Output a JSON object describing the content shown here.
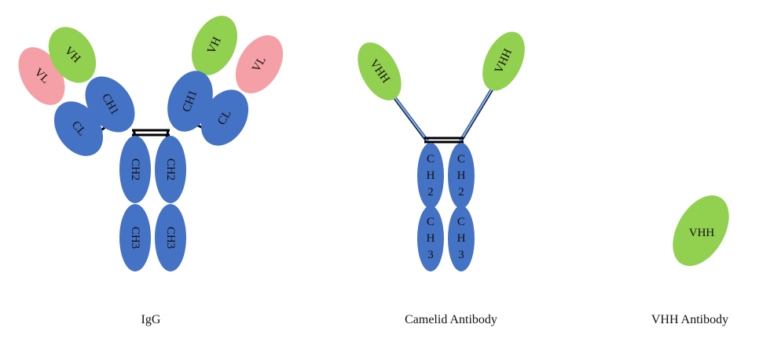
{
  "colors": {
    "heavy_constant": "#4472c4",
    "variable_heavy": "#92d050",
    "light_variable": "#f4a0a6",
    "linker": "#000000"
  },
  "igg": {
    "caption": "IgG",
    "vh": "VH",
    "vl": "VL",
    "ch1": "CH1",
    "cl": "CL",
    "ch2": "CH2",
    "ch3": "CH3"
  },
  "camelid": {
    "caption": "Camelid Antibody",
    "vhh": "VHH",
    "ch2_letters": [
      "C",
      "H",
      "2"
    ],
    "ch3_letters": [
      "C",
      "H",
      "3"
    ]
  },
  "vhh_antibody": {
    "caption": "VHH Antibody",
    "vhh": "VHH"
  }
}
